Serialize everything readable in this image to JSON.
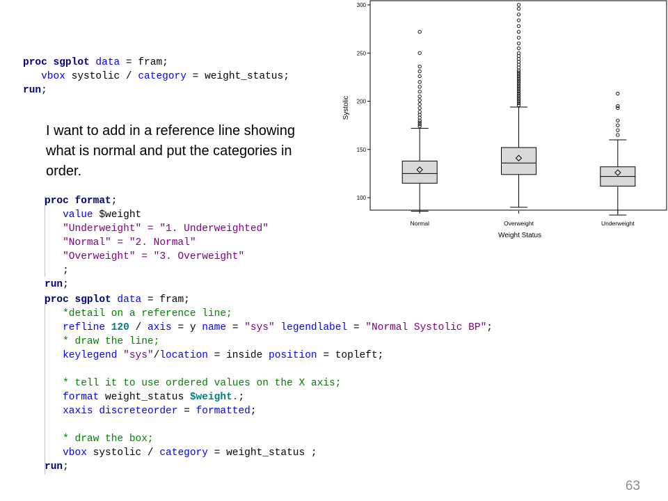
{
  "code1": [
    [
      [
        "proc sgplot",
        "kw"
      ],
      [
        " ",
        "plain"
      ],
      [
        "data",
        "blue"
      ],
      [
        " = fram;",
        "plain"
      ]
    ],
    [
      [
        "   ",
        "plain"
      ],
      [
        "vbox",
        "blue"
      ],
      [
        " systolic / ",
        "plain"
      ],
      [
        "category",
        "blue"
      ],
      [
        " = weight_status;",
        "plain"
      ]
    ],
    [
      [
        "run",
        "kw"
      ],
      [
        ";",
        "plain"
      ]
    ]
  ],
  "note": "I want to add in a reference line showing what is normal and put the categories in order.",
  "code2": [
    [
      [
        "proc format",
        "kw"
      ],
      [
        ";",
        "plain"
      ]
    ],
    [
      [
        "   ",
        "plain"
      ],
      [
        "value",
        "blue"
      ],
      [
        " $weight",
        "plain"
      ]
    ],
    [
      [
        "   ",
        "plain"
      ],
      [
        "\"Underweight\" = \"1. Underweighted\"",
        "pur"
      ]
    ],
    [
      [
        "   ",
        "plain"
      ],
      [
        "\"Normal\" = \"2. Normal\"",
        "pur"
      ]
    ],
    [
      [
        "   ",
        "plain"
      ],
      [
        "\"Overweight\" = \"3. Overweight\"",
        "pur"
      ]
    ],
    [
      [
        "   ;",
        "plain"
      ]
    ],
    [
      [
        "run",
        "kw"
      ],
      [
        ";",
        "plain"
      ]
    ]
  ],
  "code3": [
    [
      [
        "proc sgplot",
        "kw"
      ],
      [
        " ",
        "plain"
      ],
      [
        "data",
        "blue"
      ],
      [
        " = fram;",
        "plain"
      ]
    ],
    [
      [
        "   ",
        "plain"
      ],
      [
        "*detail on a reference line;",
        "green"
      ]
    ],
    [
      [
        "   ",
        "plain"
      ],
      [
        "refline",
        "blue"
      ],
      [
        " ",
        "plain"
      ],
      [
        "120",
        "teal"
      ],
      [
        " / ",
        "plain"
      ],
      [
        "axis",
        "blue"
      ],
      [
        " = y ",
        "plain"
      ],
      [
        "name",
        "blue"
      ],
      [
        " = ",
        "plain"
      ],
      [
        "\"sys\"",
        "pur"
      ],
      [
        " ",
        "plain"
      ],
      [
        "legendlabel",
        "blue"
      ],
      [
        " = ",
        "plain"
      ],
      [
        "\"Normal Systolic BP\"",
        "pur"
      ],
      [
        ";",
        "plain"
      ]
    ],
    [
      [
        "   ",
        "plain"
      ],
      [
        "* draw the line;",
        "green"
      ]
    ],
    [
      [
        "   ",
        "plain"
      ],
      [
        "keylegend",
        "blue"
      ],
      [
        " ",
        "plain"
      ],
      [
        "\"sys\"",
        "pur"
      ],
      [
        "/",
        "plain"
      ],
      [
        "location",
        "blue"
      ],
      [
        " = inside ",
        "plain"
      ],
      [
        "position",
        "blue"
      ],
      [
        " = topleft;",
        "plain"
      ]
    ],
    [
      [
        "",
        "plain"
      ]
    ],
    [
      [
        "   ",
        "plain"
      ],
      [
        "* tell it to use ordered values on the X axis;",
        "green"
      ]
    ],
    [
      [
        "   ",
        "plain"
      ],
      [
        "format",
        "blue"
      ],
      [
        " weight_status ",
        "plain"
      ],
      [
        "$weight.",
        "teal"
      ],
      [
        ";",
        "plain"
      ]
    ],
    [
      [
        "   ",
        "plain"
      ],
      [
        "xaxis",
        "blue"
      ],
      [
        " ",
        "plain"
      ],
      [
        "discreteorder",
        "blue"
      ],
      [
        " = ",
        "plain"
      ],
      [
        "formatted",
        "blue"
      ],
      [
        ";",
        "plain"
      ]
    ],
    [
      [
        "",
        "plain"
      ]
    ],
    [
      [
        "   ",
        "plain"
      ],
      [
        "* draw the box;",
        "green"
      ]
    ],
    [
      [
        "   ",
        "plain"
      ],
      [
        "vbox",
        "blue"
      ],
      [
        " systolic / ",
        "plain"
      ],
      [
        "category",
        "blue"
      ],
      [
        " = weight_status ;",
        "plain"
      ]
    ],
    [
      [
        "run",
        "kw"
      ],
      [
        ";",
        "plain"
      ]
    ]
  ],
  "page_number": "63",
  "chart_data": {
    "type": "box",
    "categories": [
      "Normal",
      "Overweight",
      "Underweight"
    ],
    "xlabel": "Weight Status",
    "ylabel": "Systolic",
    "ylim": [
      82,
      300
    ],
    "yticks": [
      100,
      150,
      200,
      250,
      300
    ],
    "boxes": [
      {
        "name": "Normal",
        "whisker_low": 86,
        "q1": 115,
        "median": 125,
        "q3": 138,
        "whisker_high": 172,
        "mean": 129,
        "outliers": [
          174,
          176,
          178,
          180,
          183,
          186,
          189,
          193,
          197,
          201,
          205,
          210,
          215,
          220,
          226,
          231,
          236,
          250,
          272
        ]
      },
      {
        "name": "Overweight",
        "whisker_low": 90,
        "q1": 124,
        "median": 136,
        "q3": 152,
        "whisker_high": 194,
        "mean": 141,
        "outliers": [
          196,
          198,
          200,
          202,
          204,
          206,
          208,
          210,
          212,
          214,
          216,
          218,
          220,
          222,
          224,
          226,
          228,
          230,
          232,
          235,
          238,
          241,
          244,
          247,
          250,
          255,
          260,
          266,
          272,
          278,
          284,
          290,
          296,
          300
        ]
      },
      {
        "name": "Underweight",
        "whisker_low": 82,
        "q1": 112,
        "median": 122,
        "q3": 132,
        "whisker_high": 160,
        "mean": 126,
        "outliers": [
          165,
          170,
          175,
          180,
          193,
          195,
          208
        ]
      }
    ]
  }
}
